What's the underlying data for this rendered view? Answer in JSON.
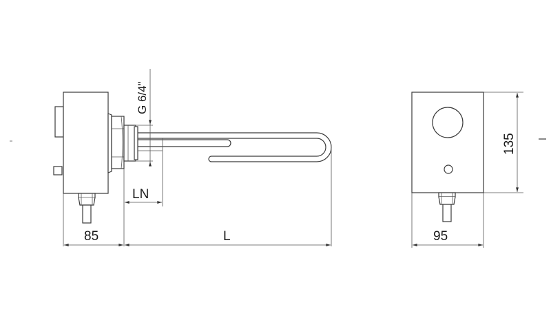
{
  "drawing": {
    "type": "technical-drawing",
    "subject": "immersion heater with thermostat head, side and end views",
    "dimensions": {
      "thread": "G 6/4\"",
      "ln": "LN",
      "length": "L",
      "head_depth": "85",
      "head_width": "95",
      "head_height": "135"
    },
    "colors": {
      "line": "#3a3a3a",
      "background": "#ffffff"
    }
  }
}
